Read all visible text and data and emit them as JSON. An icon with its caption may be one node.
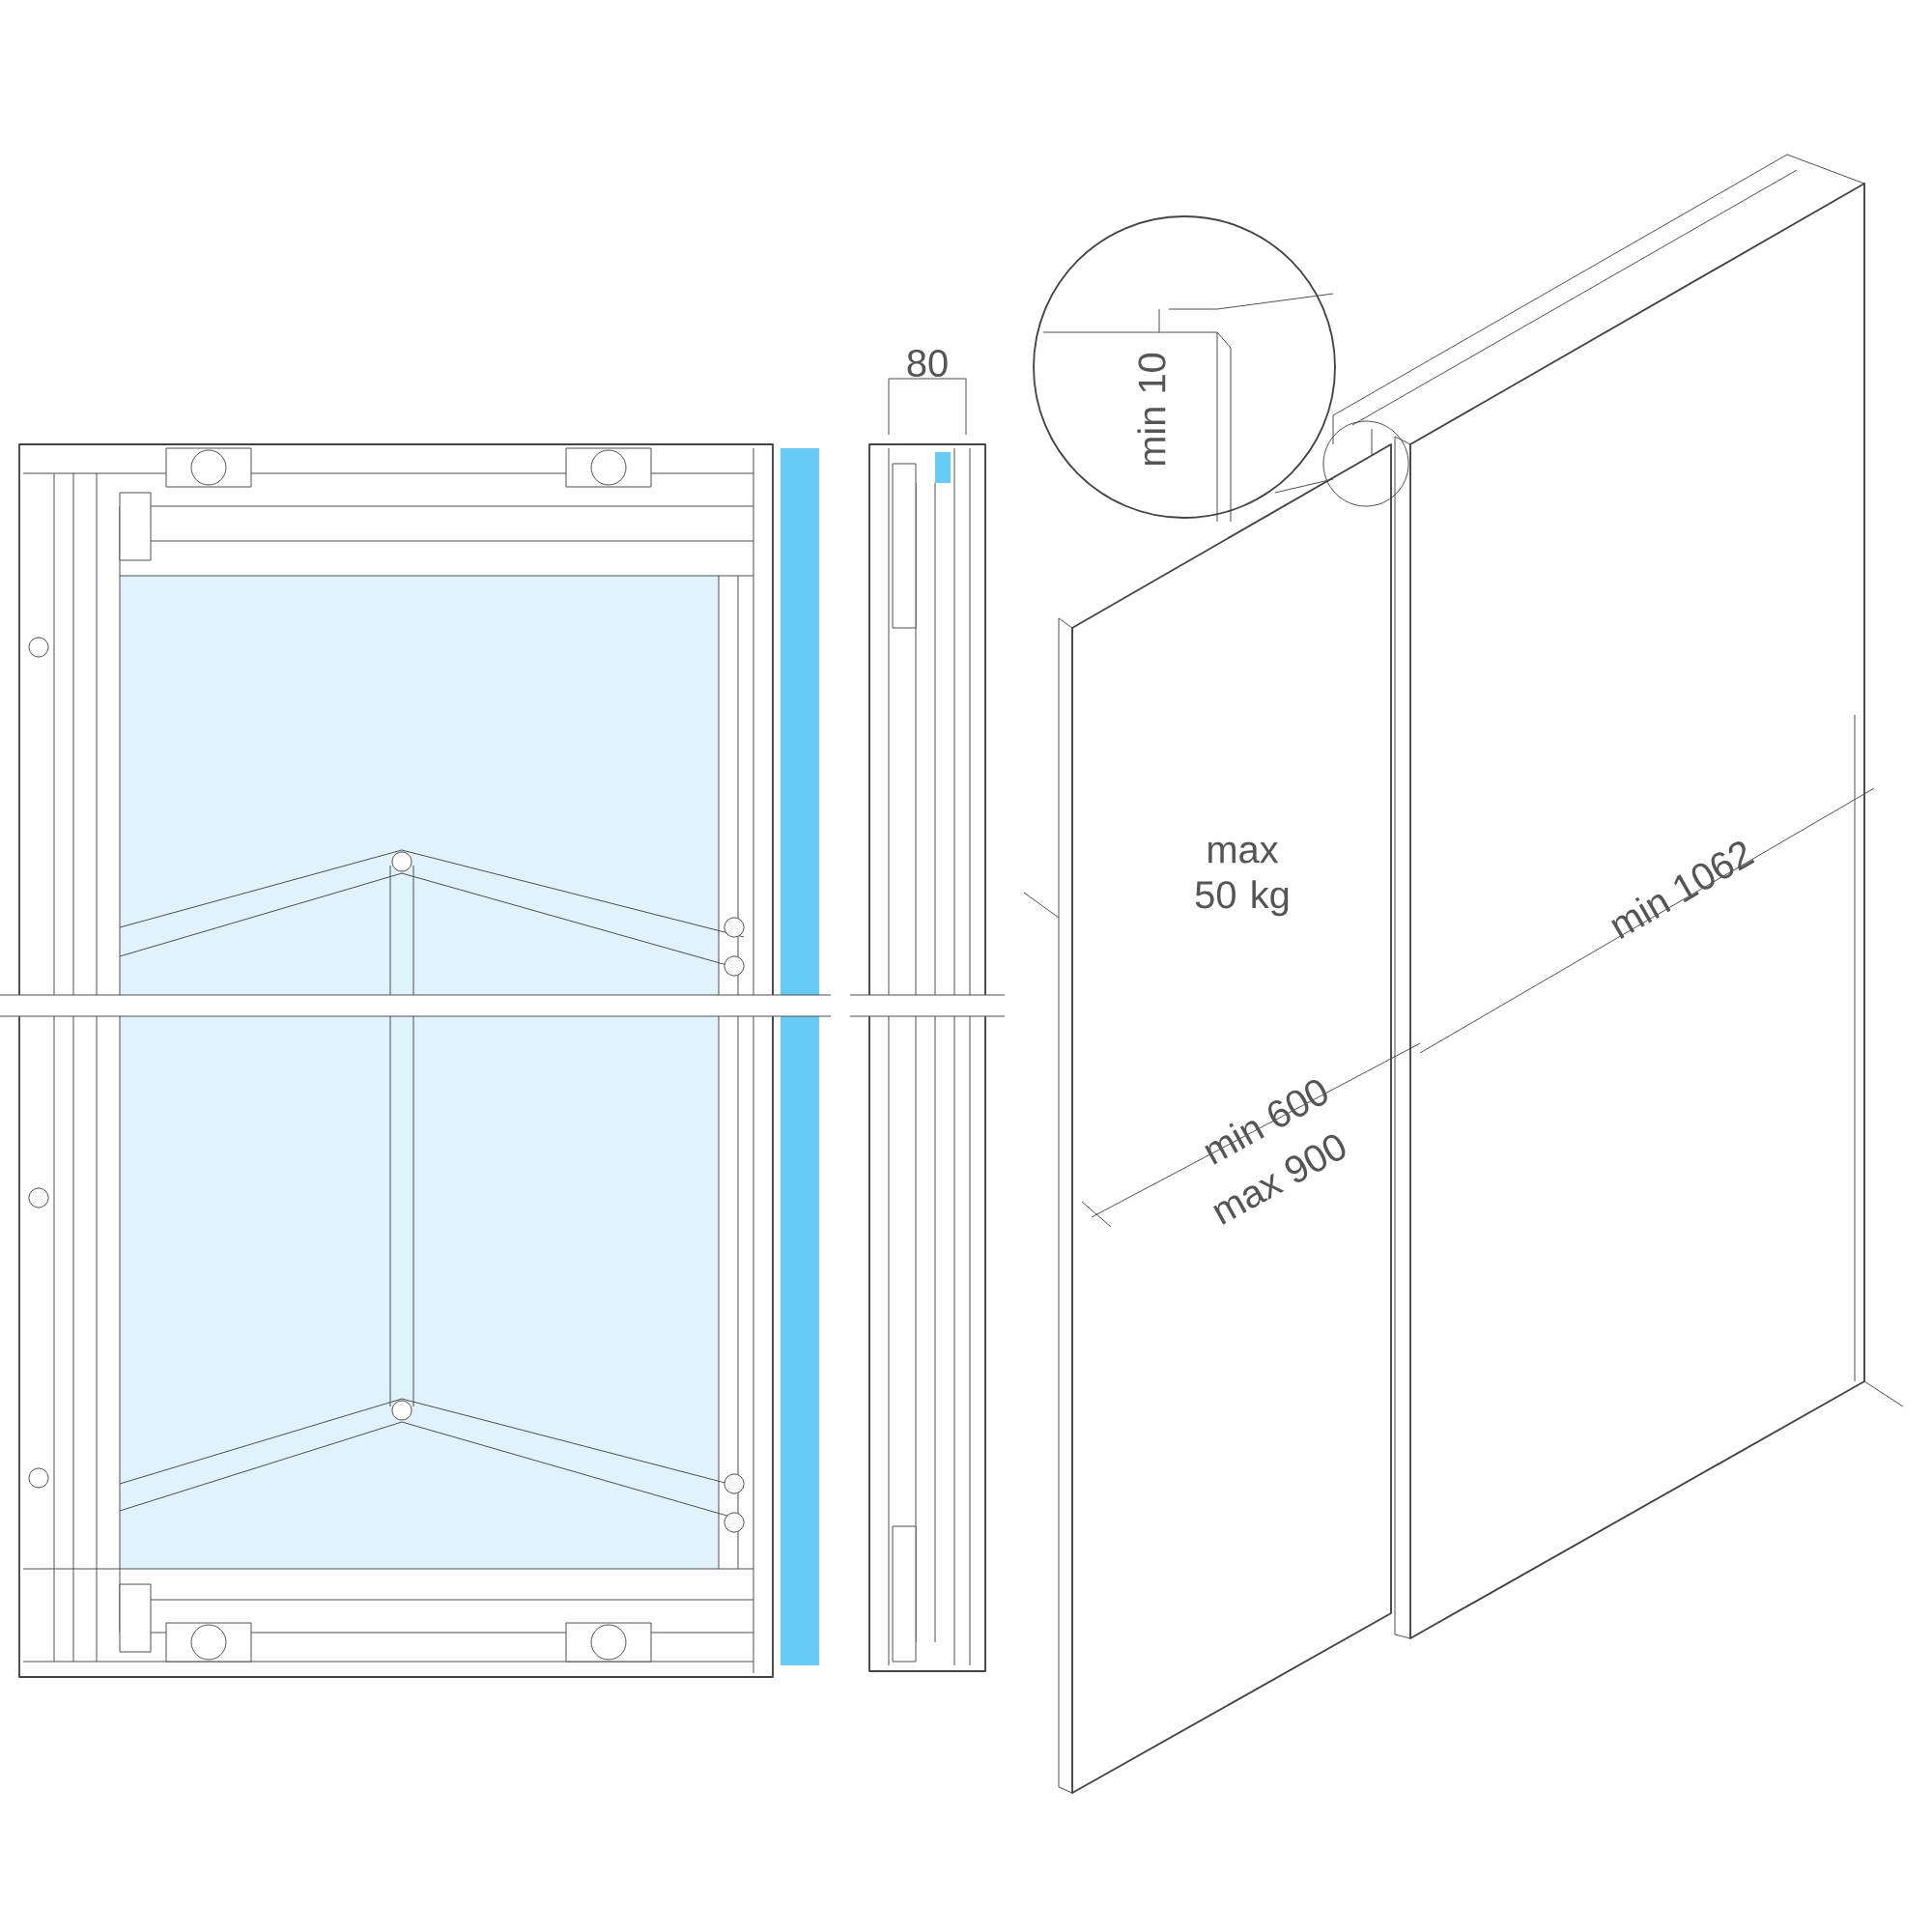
{
  "diagram": {
    "labels": [
      "80",
      "min 10",
      "max 50 kg",
      "min 1062",
      "min 600",
      "max 900"
    ]
  }
}
